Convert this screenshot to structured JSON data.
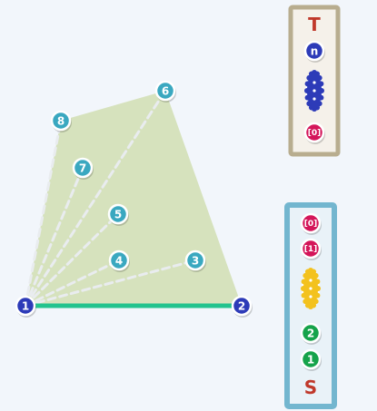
{
  "colors": {
    "background": "#f2f6fb",
    "polygon_fill": "#d6e2bd",
    "diagonal_stroke": "#e9ecef",
    "base_edge": "#23c38e",
    "node_blue": "#2d3bb8",
    "node_teal": "#3aa8c0",
    "node_red": "#d4165a",
    "node_green": "#16a34a",
    "node_yellow": "#f3c21e",
    "node_ring": "#ffffff",
    "t_panel_bg": "#f5f1ea",
    "t_panel_border": "#b8ad8f",
    "s_panel_bg": "#e9f2f8",
    "s_panel_border": "#73b6cf",
    "t_letter": "#c0392b",
    "s_letter": "#c0392b"
  },
  "graph": {
    "nodes": [
      {
        "id": "1",
        "label": "1",
        "kind": "blue"
      },
      {
        "id": "2",
        "label": "2",
        "kind": "blue"
      },
      {
        "id": "3",
        "label": "3",
        "kind": "teal"
      },
      {
        "id": "4",
        "label": "4",
        "kind": "teal"
      },
      {
        "id": "5",
        "label": "5",
        "kind": "teal"
      },
      {
        "id": "6",
        "label": "6",
        "kind": "teal"
      },
      {
        "id": "7",
        "label": "7",
        "kind": "teal"
      },
      {
        "id": "8",
        "label": "8",
        "kind": "teal"
      }
    ],
    "polygon_order": [
      "1",
      "2",
      "6",
      "8"
    ],
    "base_edge": [
      "1",
      "2"
    ],
    "diagonals": [
      [
        "1",
        "3"
      ],
      [
        "1",
        "4"
      ],
      [
        "1",
        "5"
      ],
      [
        "1",
        "6"
      ],
      [
        "1",
        "7"
      ],
      [
        "1",
        "8"
      ]
    ]
  },
  "panel_t": {
    "letter": "T",
    "items": [
      {
        "kind": "node",
        "label": "n",
        "color": "blue"
      },
      {
        "kind": "ellipsis",
        "color": "blue"
      },
      {
        "kind": "node",
        "label": "[0]",
        "color": "red"
      }
    ]
  },
  "panel_s": {
    "letter": "S",
    "items": [
      {
        "kind": "node",
        "label": "[0]",
        "color": "red"
      },
      {
        "kind": "node",
        "label": "[1]",
        "color": "red"
      },
      {
        "kind": "ellipsis",
        "color": "yellow"
      },
      {
        "kind": "node",
        "label": "2",
        "color": "green"
      },
      {
        "kind": "node",
        "label": "1",
        "color": "green"
      }
    ]
  }
}
